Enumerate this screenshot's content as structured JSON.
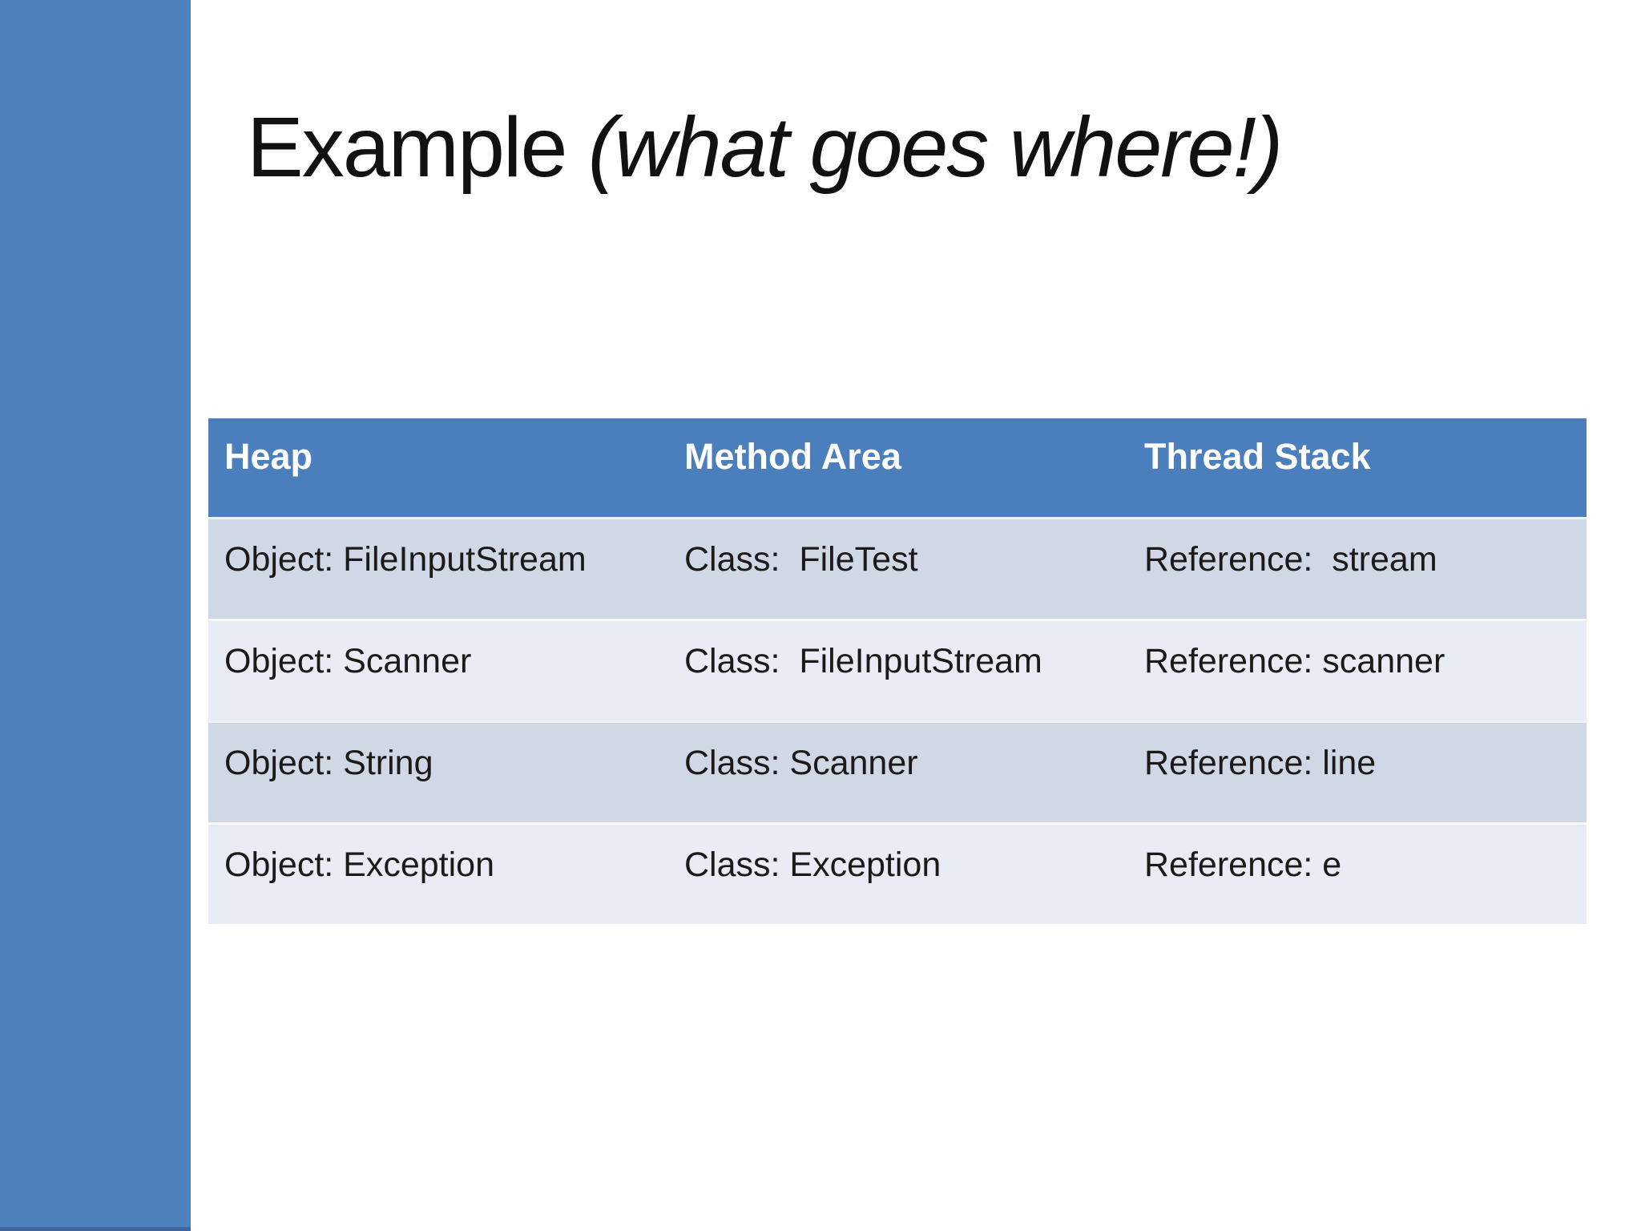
{
  "slide": {
    "title": {
      "regular": "Example ",
      "italic": "(what goes where!)"
    },
    "table": {
      "headers": [
        "Heap",
        "Method Area",
        "Thread Stack"
      ],
      "rows": [
        [
          "Object: FileInputStream",
          "Class:  FileTest",
          "Reference:  stream"
        ],
        [
          "Object: Scanner",
          "Class:  FileInputStream",
          "Reference: scanner"
        ],
        [
          "Object: String",
          "Class: Scanner",
          "Reference: line"
        ],
        [
          "Object: Exception",
          "Class: Exception",
          "Reference: e"
        ]
      ]
    },
    "colors": {
      "sidebar": "#4e81bd",
      "sidebar_bottom_edge": "#3f679e",
      "header_bg": "#4b7ebd",
      "row_dark": "#d0d7e5",
      "row_light": "#e9ecf4",
      "header_text": "#ffffff",
      "body_text": "#1a1a1a",
      "title_text": "#111111",
      "page_bg": "#fdfefd"
    }
  }
}
